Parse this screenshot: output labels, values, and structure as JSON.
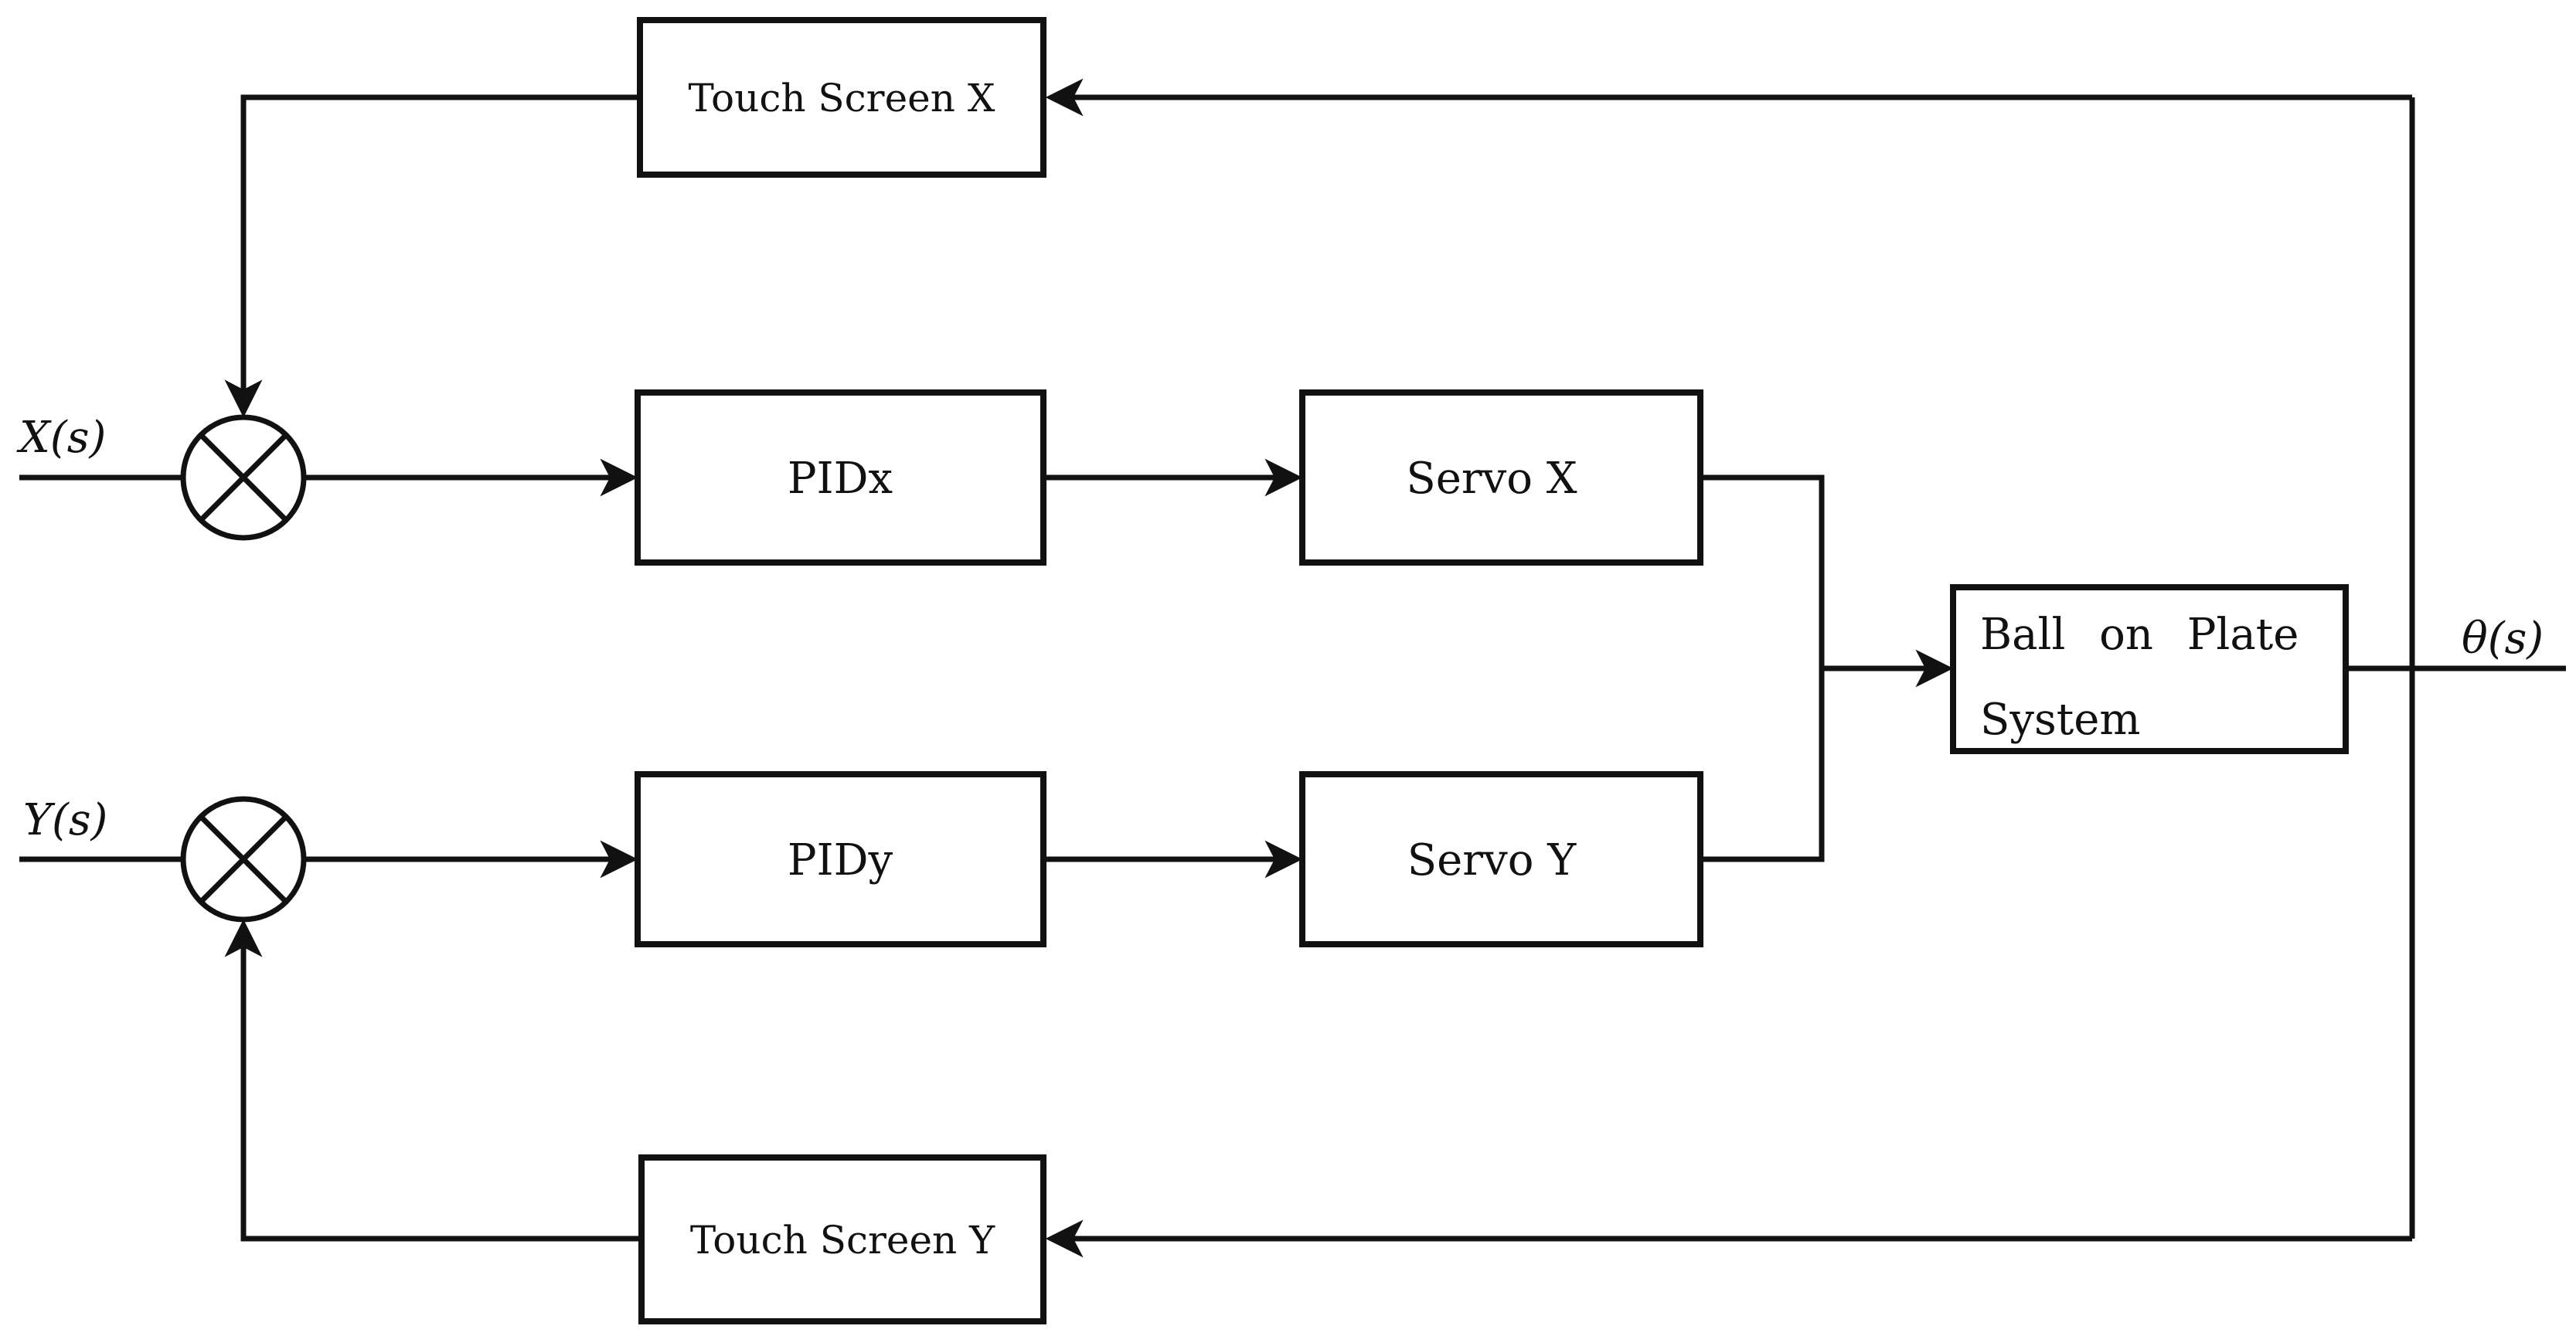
{
  "figure": {
    "background": "#ffffff",
    "stroke_color": "#111111",
    "text_color": "#111111",
    "kind": "control-system-block-diagram"
  },
  "blocks": {
    "touch_screen_x": {
      "label": "Touch Screen X"
    },
    "pid_x": {
      "label": "PIDx"
    },
    "servo_x": {
      "label": "Servo X"
    },
    "ball_on_plate": {
      "line1": "Ball on Plate",
      "line2": "System"
    },
    "pid_y": {
      "label": "PIDy"
    },
    "servo_y": {
      "label": "Servo Y"
    },
    "touch_screen_y": {
      "label": "Touch Screen Y"
    }
  },
  "signals": {
    "input_x": {
      "label": "X(s)"
    },
    "input_y": {
      "label": "Y(s)"
    },
    "output": {
      "label": "θ(s)"
    }
  },
  "junctions": {
    "sum_x": {
      "symbol": "circle-with-cross"
    },
    "sum_y": {
      "symbol": "circle-with-cross"
    }
  },
  "flow": [
    "X(s) → sum_x → PIDx → Servo X → Ball on Plate System",
    "Y(s) → sum_y → PIDy → Servo Y → Ball on Plate System",
    "Ball on Plate System → θ(s)",
    "θ(s) feedback → Touch Screen X → sum_x",
    "θ(s) feedback → Touch Screen Y → sum_y"
  ]
}
